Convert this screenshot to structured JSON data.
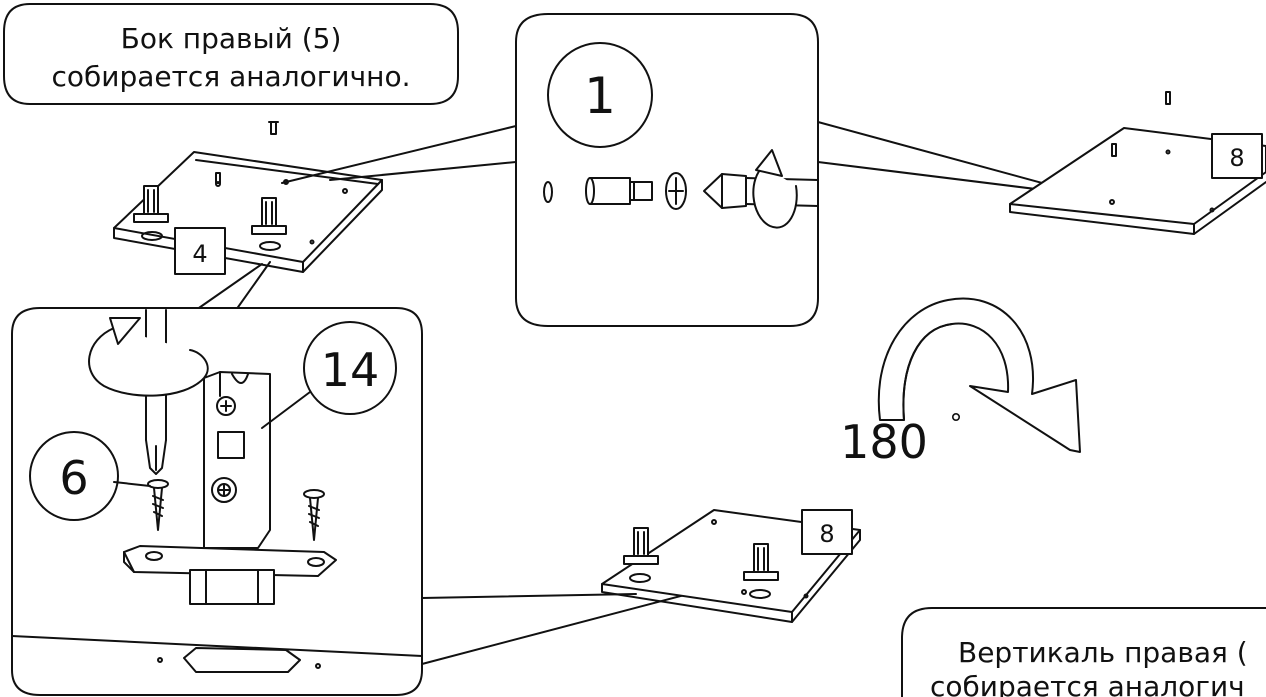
{
  "notes": {
    "left_line1": "Бок правый (5)",
    "left_line2": "собирается аналогично.",
    "right_line1": "Вертикаль правая (",
    "right_line2": "собирается аналогич"
  },
  "part_labels": {
    "panel_left": "4",
    "panel_top_right": "8",
    "panel_bottom": "8"
  },
  "callouts": {
    "top_detail": "1",
    "left_detail_a": "14",
    "left_detail_b": "6"
  },
  "rotation": {
    "value": "180",
    "unit": "°"
  }
}
